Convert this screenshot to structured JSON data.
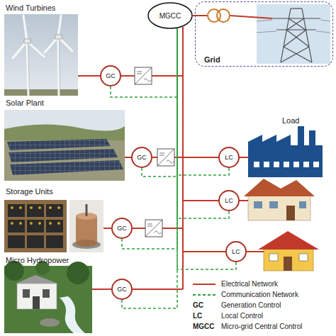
{
  "diagram": {
    "nodes": [
      {
        "text": [
          "MGCC"
        ]
      },
      {
        "text": [
          "Grid"
        ]
      },
      {
        "text": [
          "GC"
        ]
      },
      {
        "text": [
          "GC"
        ]
      },
      {
        "text": [
          "LC"
        ]
      },
      {
        "text": [
          "LC"
        ]
      },
      {
        "text": [
          "GC"
        ]
      },
      {
        "text": [
          "LC"
        ]
      },
      {
        "text": [
          "GC"
        ]
      }
    ],
    "edges": [
      {
        "from": 0,
        "to": 1,
        "arrow": "none"
      },
      {
        "from": 2,
        "to": 0,
        "arrow": "none"
      },
      {
        "from": 3,
        "to": 0,
        "arrow": "none"
      },
      {
        "from": 4,
        "to": 0,
        "arrow": "none"
      },
      {
        "from": 5,
        "to": 0,
        "arrow": "none"
      },
      {
        "from": 6,
        "to": 0,
        "arrow": "none"
      },
      {
        "from": 7,
        "to": 0,
        "arrow": "none"
      },
      {
        "from": 8,
        "to": 0,
        "arrow": "none"
      }
    ],
    "labels": [
      "Wind Turbines",
      "Solar Plant",
      "Load",
      "Storage Units",
      "Micro Hydropower",
      "GC",
      "Generation Control",
      "LC",
      "Local Control",
      "MGCC",
      "Micro-grid Central Control"
    ],
    "legend": [
      {
        "text": "Electrical Network"
      },
      {
        "text": "Communication Network"
      }
    ]
  }
}
